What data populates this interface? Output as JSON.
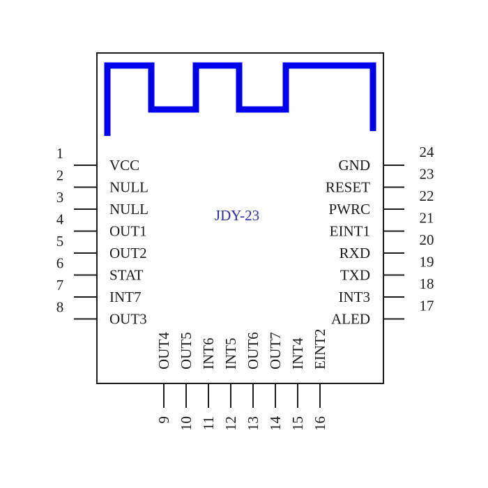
{
  "module": {
    "name": "JDY-23",
    "name_color": "#2b2ba8",
    "antenna_color": "#0000ee",
    "body_color": "#ffffff",
    "outline_color": "#1a1a1a"
  },
  "pins_left": [
    {
      "number": "1",
      "label": "VCC"
    },
    {
      "number": "2",
      "label": "NULL"
    },
    {
      "number": "3",
      "label": "NULL"
    },
    {
      "number": "4",
      "label": "OUT1"
    },
    {
      "number": "5",
      "label": "OUT2"
    },
    {
      "number": "6",
      "label": "STAT"
    },
    {
      "number": "7",
      "label": "INT7"
    },
    {
      "number": "8",
      "label": "OUT3"
    }
  ],
  "pins_bottom": [
    {
      "number": "9",
      "label": "OUT4"
    },
    {
      "number": "10",
      "label": "OUT5"
    },
    {
      "number": "11",
      "label": "INT6"
    },
    {
      "number": "12",
      "label": "INT5"
    },
    {
      "number": "13",
      "label": "OUT6"
    },
    {
      "number": "14",
      "label": "OUT7"
    },
    {
      "number": "15",
      "label": "INT4"
    },
    {
      "number": "16",
      "label": "EINT2"
    }
  ],
  "pins_right": [
    {
      "number": "24",
      "label": "GND"
    },
    {
      "number": "23",
      "label": "RESET"
    },
    {
      "number": "22",
      "label": "PWRC"
    },
    {
      "number": "21",
      "label": "EINT1"
    },
    {
      "number": "20",
      "label": "RXD"
    },
    {
      "number": "19",
      "label": "TXD"
    },
    {
      "number": "18",
      "label": "INT3"
    },
    {
      "number": "17",
      "label": "ALED"
    }
  ]
}
